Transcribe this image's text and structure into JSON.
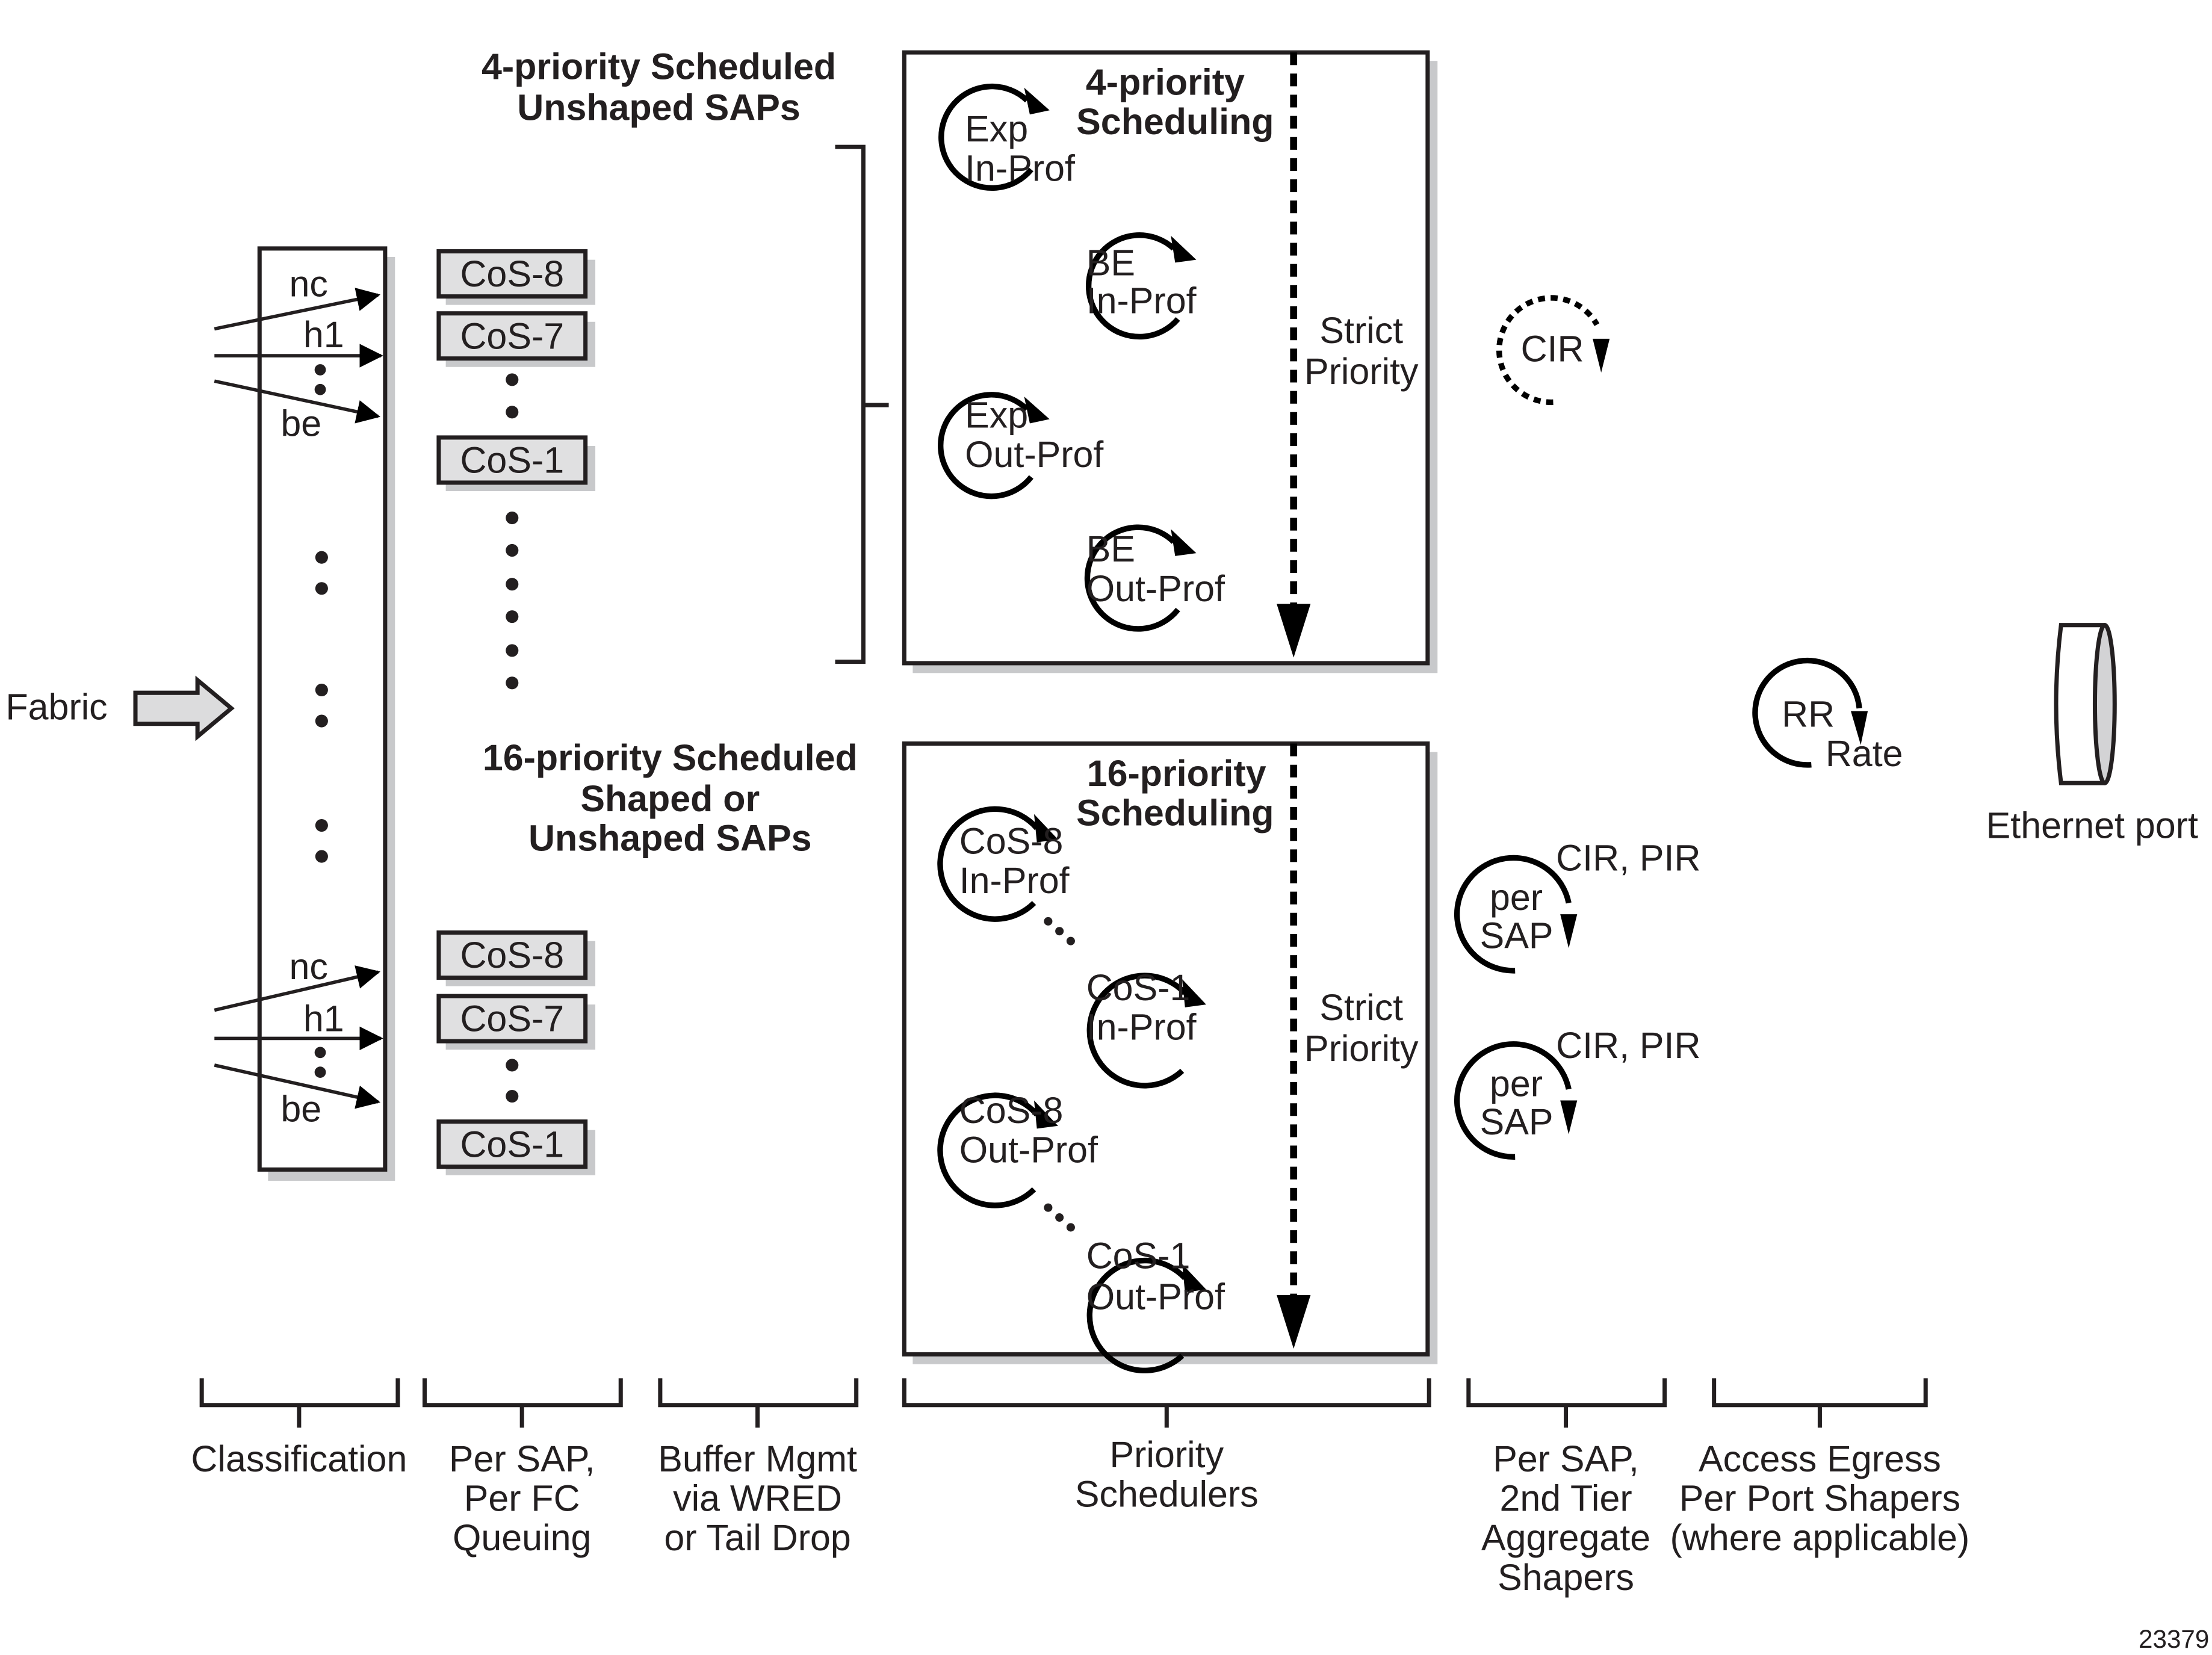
{
  "figure_id": "23379",
  "input": {
    "label": "Fabric"
  },
  "sections": {
    "four_priority": {
      "title_lines": [
        "4-priority Scheduled",
        "Unshaped SAPs"
      ],
      "classification": {
        "labels": [
          "nc",
          "h1",
          "be"
        ]
      },
      "queues": [
        "CoS-8",
        "CoS-7",
        "CoS-1"
      ],
      "scheduler": {
        "title_lines": [
          "4-priority",
          "Scheduling"
        ],
        "strict_priority_lines": [
          "Strict",
          "Priority"
        ],
        "items": [
          {
            "lines": [
              "Exp",
              "In-Prof"
            ]
          },
          {
            "lines": [
              "BE",
              "In-Prof"
            ]
          },
          {
            "lines": [
              "Exp",
              "Out-Prof"
            ]
          },
          {
            "lines": [
              "BE",
              "Out-Prof"
            ]
          }
        ]
      },
      "shaper": {
        "label": "CIR",
        "style": "dashed"
      }
    },
    "sixteen_priority": {
      "title_lines": [
        "16-priority Scheduled",
        "Shaped or",
        "Unshaped SAPs"
      ],
      "classification": {
        "labels": [
          "nc",
          "h1",
          "be"
        ]
      },
      "queues": [
        "CoS-8",
        "CoS-7",
        "CoS-1"
      ],
      "scheduler": {
        "title_lines": [
          "16-priority",
          "Scheduling"
        ],
        "strict_priority_lines": [
          "Strict",
          "Priority"
        ],
        "items": [
          {
            "lines": [
              "CoS-8",
              "In-Prof"
            ]
          },
          {
            "lines": [
              "CoS-1",
              "In-Prof"
            ]
          },
          {
            "lines": [
              "CoS-8",
              "Out-Prof"
            ]
          },
          {
            "lines": [
              "CoS-1",
              "Out-Prof"
            ]
          }
        ]
      },
      "sap_shapers": [
        {
          "rate_label": "CIR, PIR",
          "lines": [
            "per",
            "SAP"
          ]
        },
        {
          "rate_label": "CIR, PIR",
          "lines": [
            "per",
            "SAP"
          ]
        }
      ]
    }
  },
  "port_shaper": {
    "lines": [
      "RR",
      "Rate"
    ]
  },
  "port": {
    "label": "Ethernet port"
  },
  "stages": [
    {
      "lines": [
        "Classification"
      ]
    },
    {
      "lines": [
        "Per SAP,",
        "Per FC",
        "Queuing"
      ]
    },
    {
      "lines": [
        "Buffer Mgmt",
        "via WRED",
        "or Tail Drop"
      ]
    },
    {
      "lines": [
        "Priority",
        "Schedulers"
      ]
    },
    {
      "lines": [
        "Per SAP,",
        "2nd Tier",
        "Aggregate",
        "Shapers"
      ]
    },
    {
      "lines": [
        "Access Egress",
        "Per Port Shapers",
        "(where applicable)"
      ]
    }
  ]
}
